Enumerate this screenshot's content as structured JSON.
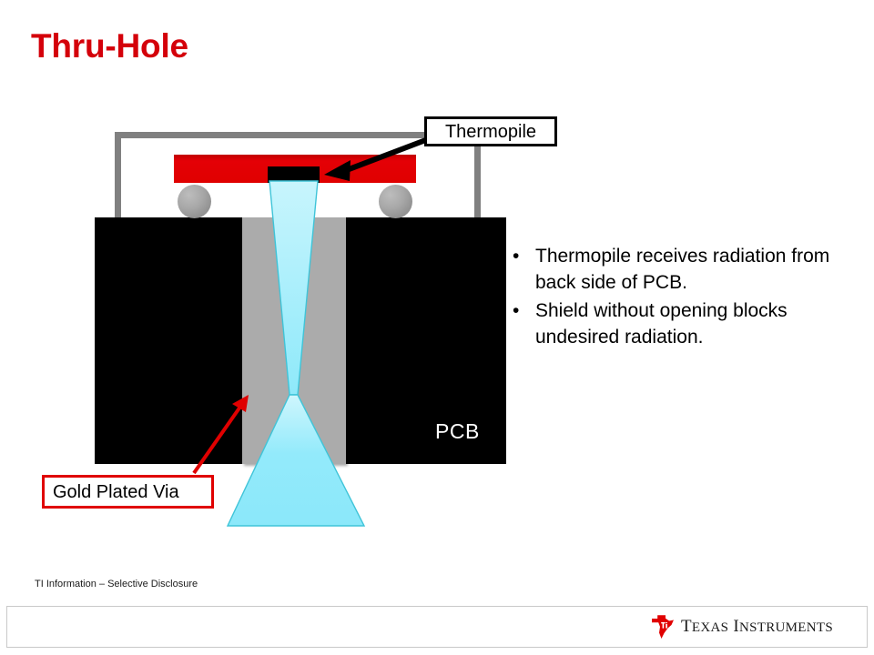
{
  "slide": {
    "title": "Thru-Hole",
    "title_color": "#D4000A",
    "background": "#ffffff"
  },
  "diagram": {
    "name": "thru-hole-thermopile-cross-section",
    "pcb_label": "PCB",
    "colors": {
      "shield": "#808080",
      "package": "#E00000",
      "die": "#000000",
      "solder_ball": "#a8a8a8",
      "pcb": "#000000",
      "via": "#ababab",
      "beam_fill": "#9FEFFB",
      "beam_stroke": "#2CB8CF"
    },
    "parts": {
      "shield": "metal shield",
      "package": "red component package",
      "die": "thermopile die",
      "solder_ball_left": "solder ball",
      "solder_ball_right": "solder ball",
      "pcb_slab": "PCB substrate",
      "via_column": "gold plated via",
      "beam_upper": "radiation cone upper",
      "beam_lower": "radiation cone lower"
    }
  },
  "callouts": {
    "thermopile": {
      "label": "Thermopile",
      "border_color": "#000000",
      "arrow_color": "#000000"
    },
    "via": {
      "label": "Gold Plated Via",
      "border_color": "#E00000",
      "arrow_color": "#E00000"
    }
  },
  "bullets": [
    {
      "marker": "•",
      "text": "Thermopile receives radiation from back side of PCB."
    },
    {
      "marker": "•",
      "text": "Shield without opening blocks undesired radiation."
    }
  ],
  "footer": {
    "note": "TI Information – Selective Disclosure",
    "logo": {
      "name": "texas-instruments-logo",
      "wordmark_prefix": "T",
      "wordmark_a": "EXAS",
      "wordmark_i": "I",
      "wordmark_b": "NSTRUMENTS",
      "mark_letters": "ti",
      "mark_color": "#E00000"
    }
  }
}
